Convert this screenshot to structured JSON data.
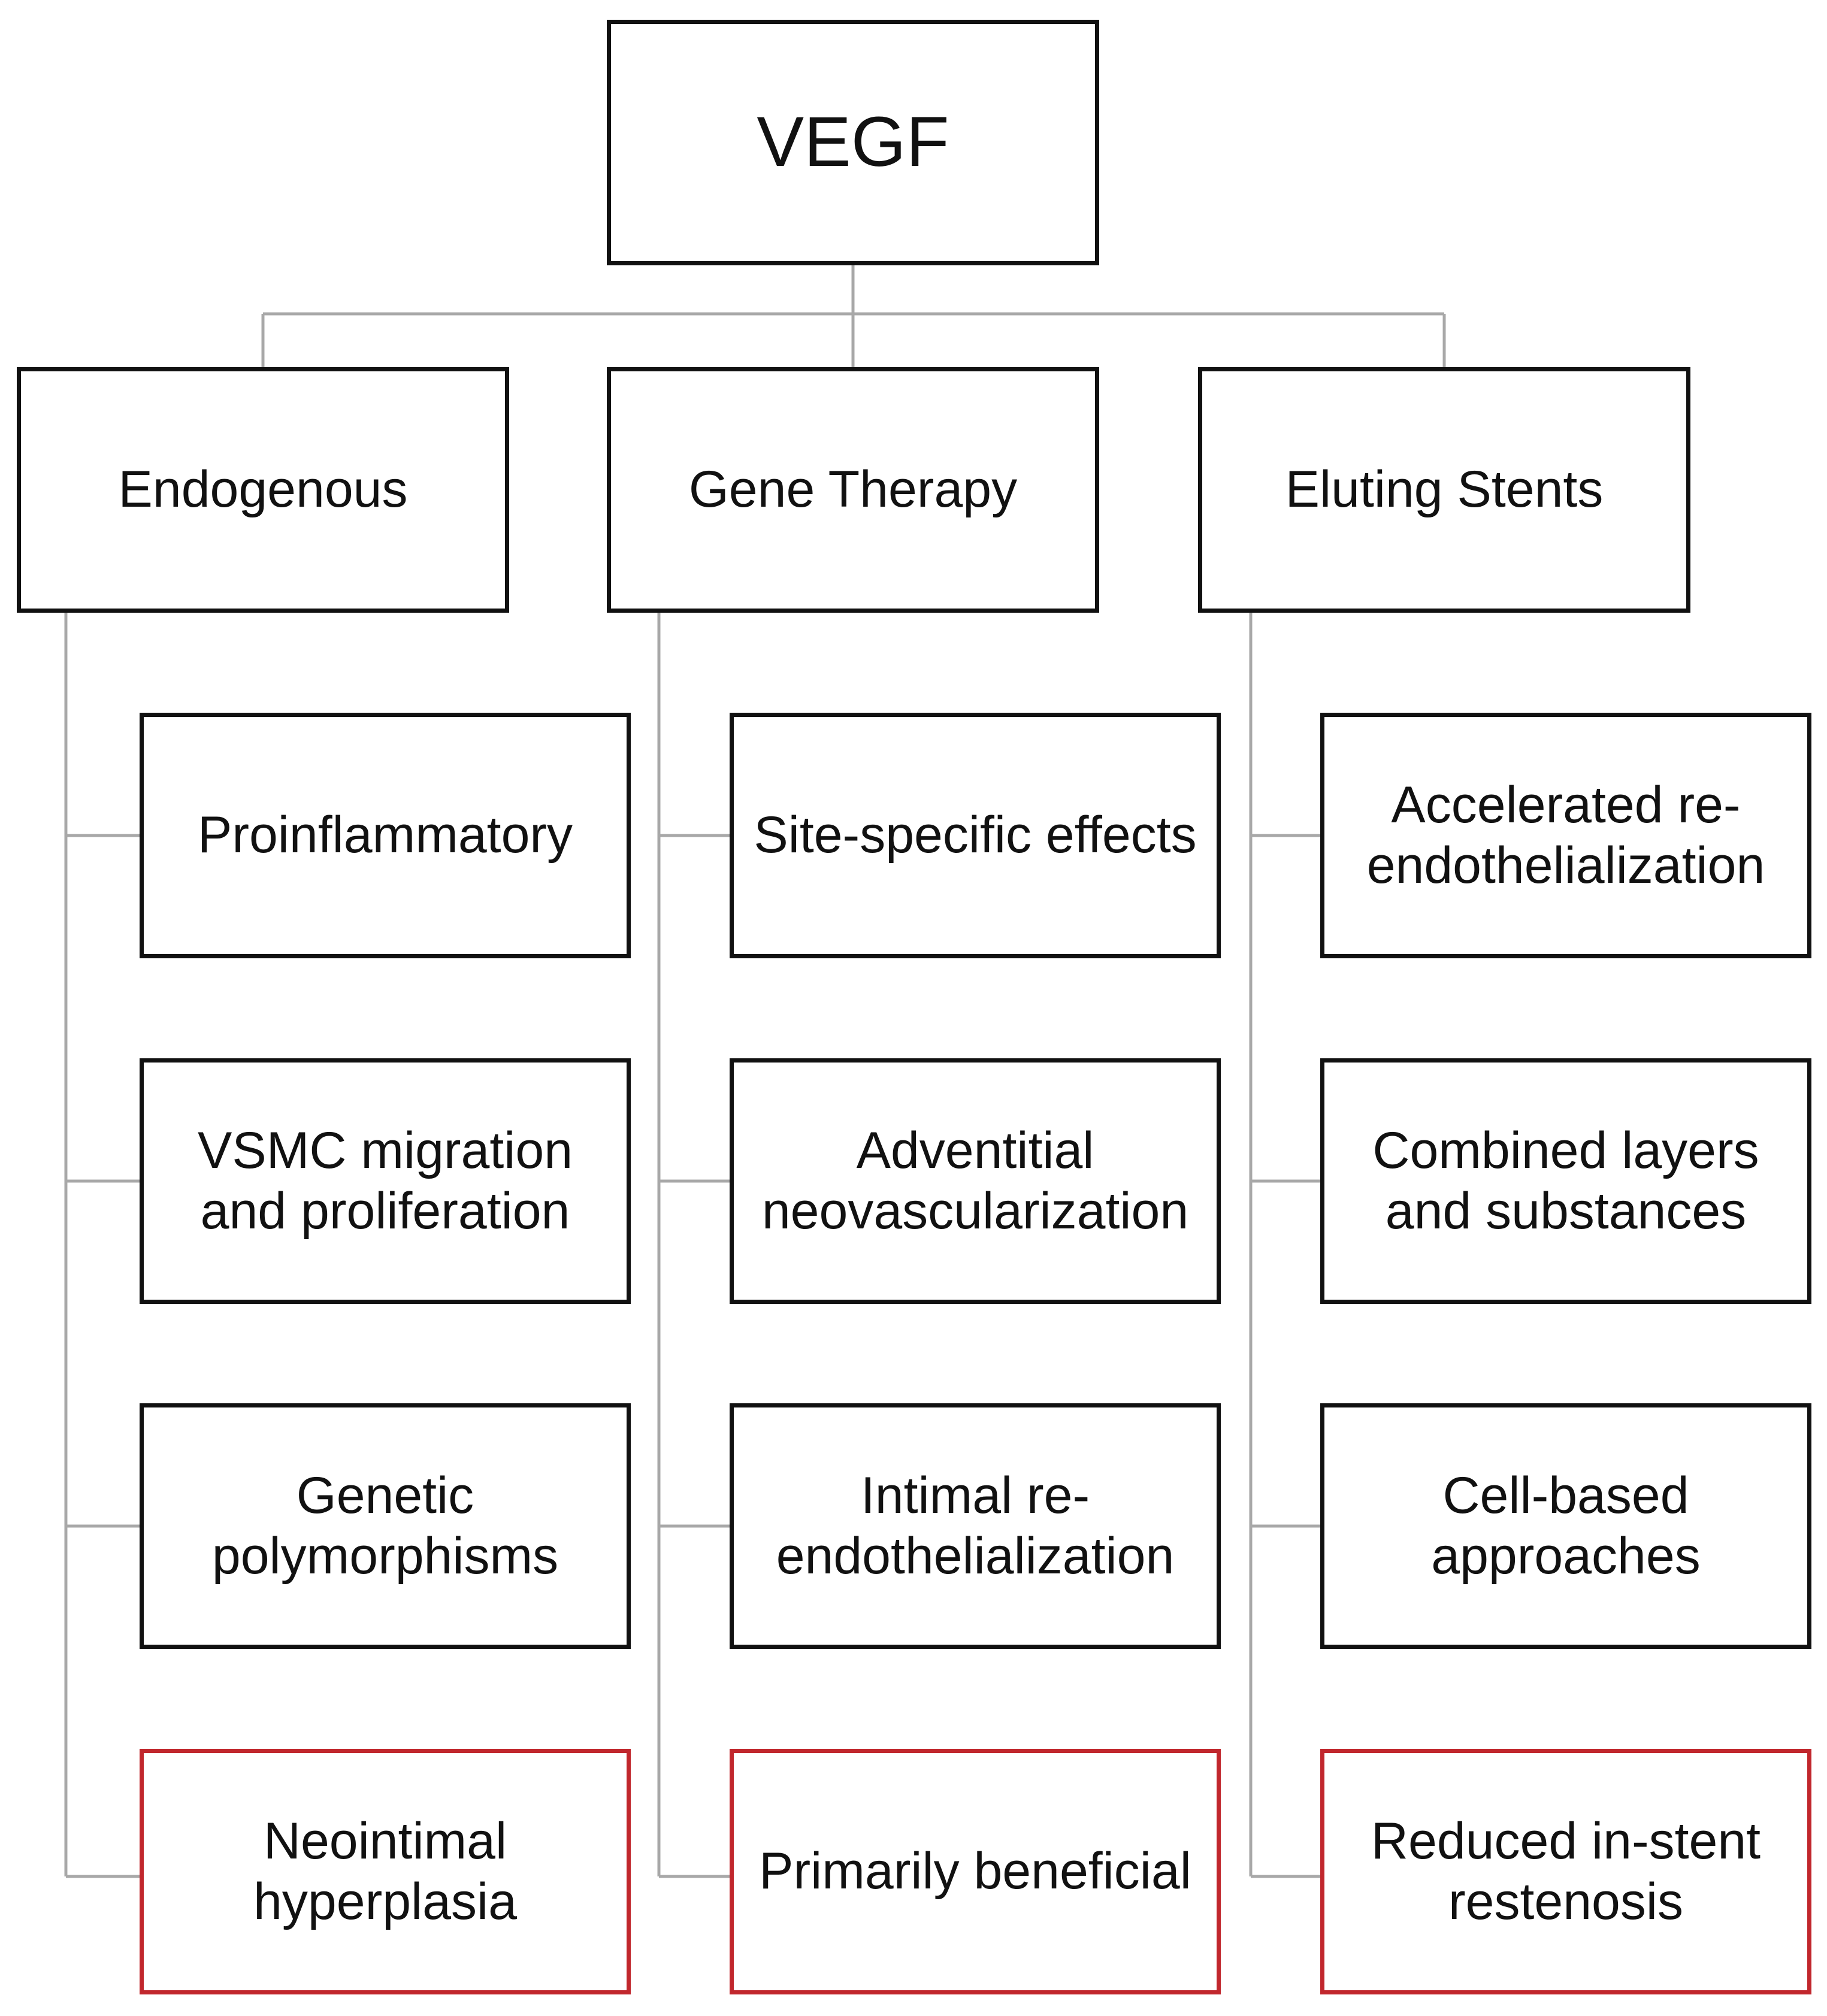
{
  "colors": {
    "box_border": "#111111",
    "outcome_border": "#c1272d",
    "connector": "#a8a8a8"
  },
  "root": {
    "label": "VEGF"
  },
  "columns": [
    {
      "label": "Endogenous",
      "items": [
        "Proinflammatory",
        "VSMC migration\nand proliferation",
        "Genetic\npolymorphisms"
      ],
      "outcome": "Neointimal\nhyperplasia"
    },
    {
      "label": "Gene Therapy",
      "items": [
        "Site-specific effects",
        "Adventitial\nneovascularization",
        "Intimal re-\nendothelialization"
      ],
      "outcome": "Primarily beneficial"
    },
    {
      "label": "Eluting Stents",
      "items": [
        "Accelerated re-\nendothelialization",
        "Combined layers\nand substances",
        "Cell-based\napproaches"
      ],
      "outcome": "Reduced in-stent\nrestenosis"
    }
  ]
}
